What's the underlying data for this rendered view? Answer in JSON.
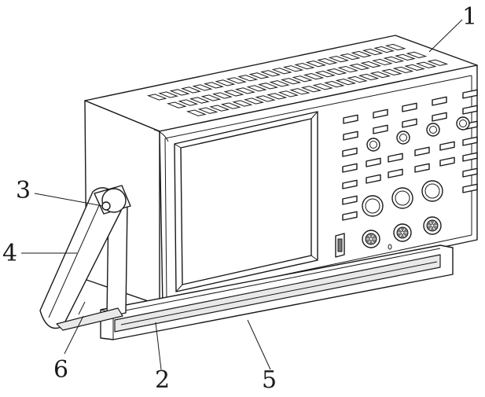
{
  "figure": {
    "labels": {
      "l1": "1",
      "l2": "2",
      "l3": "3",
      "l4": "4",
      "l5": "5",
      "l6": "6"
    }
  }
}
